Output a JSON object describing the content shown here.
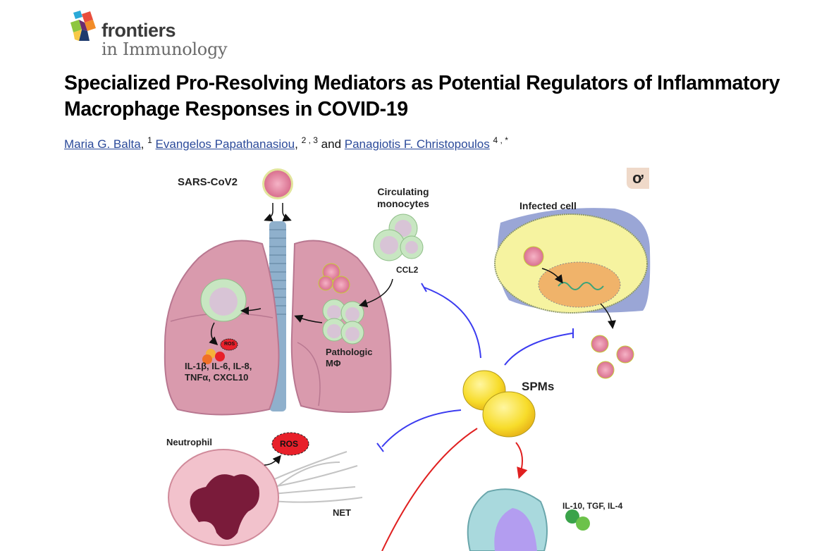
{
  "journal": {
    "brand": "frontiers",
    "subtitle": "in Immunology",
    "logo_colors": [
      "#e94e3c",
      "#f28c28",
      "#8dc63f",
      "#2aa9d8",
      "#1e3a6d",
      "#6a2c70",
      "#f7c948"
    ]
  },
  "article": {
    "title": "Specialized Pro-Resolving Mediators as Potential Regulators of Inflammatory Macrophage Responses in COVID-19",
    "authors": [
      {
        "name": "Maria G. Balta",
        "affiliations": "1",
        "separator": ","
      },
      {
        "name": "Evangelos Papathanasiou",
        "affiliations": "2 , 3",
        "separator": ","
      },
      {
        "name": "Panagiotis F. Christopoulos",
        "affiliations": "4 , *",
        "separator": ""
      }
    ],
    "conjunction": "and",
    "link_color": "#2b4a9a"
  },
  "figure": {
    "zoom_icon": "magnifier-icon",
    "zoom_glyph": "ơ",
    "labels": {
      "virus": "SARS-CoV2",
      "monocytes": "Circulating monocytes",
      "monocytes_line1": "Circulating",
      "monocytes_line2": "monocytes",
      "ccl2": "CCL2",
      "infected_cell": "Infected cell",
      "pathologic_line1": "Pathologic",
      "pathologic_line2": "MΦ",
      "ros_badge": "ROS",
      "cytokines_line1": "IL-1β, IL-6, IL-8,",
      "cytokines_line2": "TNFα, CXCL10",
      "spms": "SPMs",
      "neutrophil": "Neutrophil",
      "ros": "ROS",
      "net": "NET",
      "anti_inflammatory": "IL-10, TGF, IL-4"
    },
    "colors": {
      "lung": "#d99aad",
      "lung_dark": "#c17a92",
      "trachea": "#8fb0cc",
      "monocyte": "#c8e6c2",
      "monocyte_core": "#d8c4d6",
      "virus": "#e889a4",
      "virus_spike": "#c6cc3a",
      "cell_yellow": "#f6f3a0",
      "cell_blue": "#9aa6d6",
      "nucleus": "#f0b36a",
      "spm": "#f7dc2a",
      "inhibit_line": "#3b3bf0",
      "activate_line": "#e02020",
      "neutrophil": "#f2c2cc",
      "neutrophil_nucleus": "#7a1b3a",
      "ros_red": "#e8202a",
      "macrophage": "#a9d9dd",
      "macrophage_nucleus": "#b39df0",
      "cytokine_green": "#3aa34a"
    }
  }
}
